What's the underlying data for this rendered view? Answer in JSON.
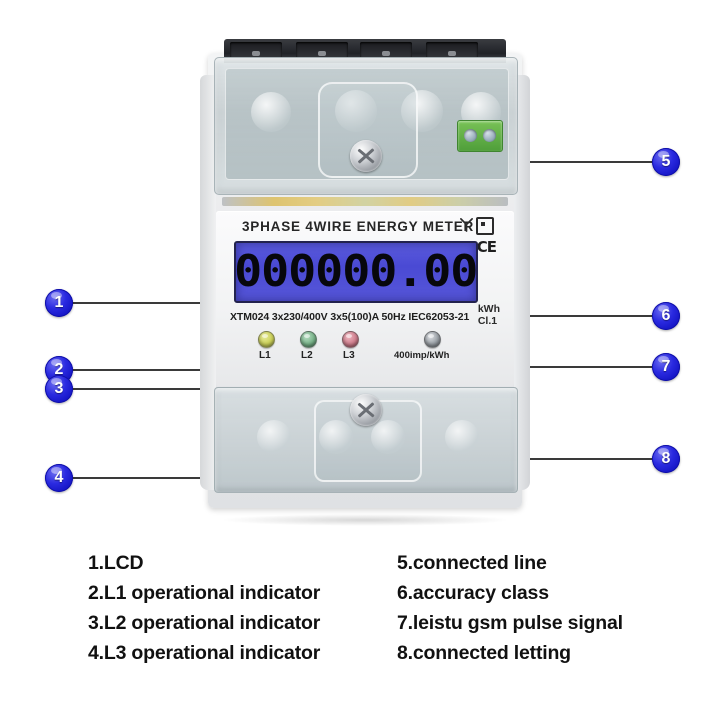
{
  "meter": {
    "face_title": "3PHASE 4WIRE ENERGY METER",
    "lcd_reading": "000000.00",
    "unit_energy": "kWh",
    "unit_class": "Cl.1",
    "ce_mark": "CE",
    "spec_line": "XTM024 3x230/400V 3x5(100)A 50Hz  IEC62053-21",
    "pulse_label": "400imp/kWh",
    "indicators": [
      {
        "label": "L1",
        "color": "#cdd25a"
      },
      {
        "label": "L2",
        "color": "#79b48a"
      },
      {
        "label": "L3",
        "color": "#d07f8e"
      }
    ],
    "pulse_led_color": "#9aa0a6",
    "symbols": {
      "wye": "wye-connection-symbol",
      "box": "class-ii-box-symbol"
    }
  },
  "callouts": [
    {
      "number": "1",
      "target": "lcd"
    },
    {
      "number": "2",
      "target": "l1-indicator"
    },
    {
      "number": "3",
      "target": "l2-indicator"
    },
    {
      "number": "4",
      "target": "l3-indicator"
    },
    {
      "number": "5",
      "target": "connected-line"
    },
    {
      "number": "6",
      "target": "accuracy-class"
    },
    {
      "number": "7",
      "target": "pulse-signal"
    },
    {
      "number": "8",
      "target": "connected-letting"
    }
  ],
  "legend": {
    "left": [
      "1.LCD",
      "2.L1 operational indicator",
      "3.L2 operational indicator",
      "4.L3 operational indicator"
    ],
    "right": [
      "5.connected line",
      "6.accuracy class",
      "7.leistu gsm pulse signal",
      "8.connected letting"
    ]
  },
  "colors": {
    "badge_blue": "#1f1fd6",
    "lcd_background": "#4e4ed6",
    "lcd_digits": "#07070c",
    "leader_line": "#3a3a3a",
    "page_background": "#ffffff"
  }
}
